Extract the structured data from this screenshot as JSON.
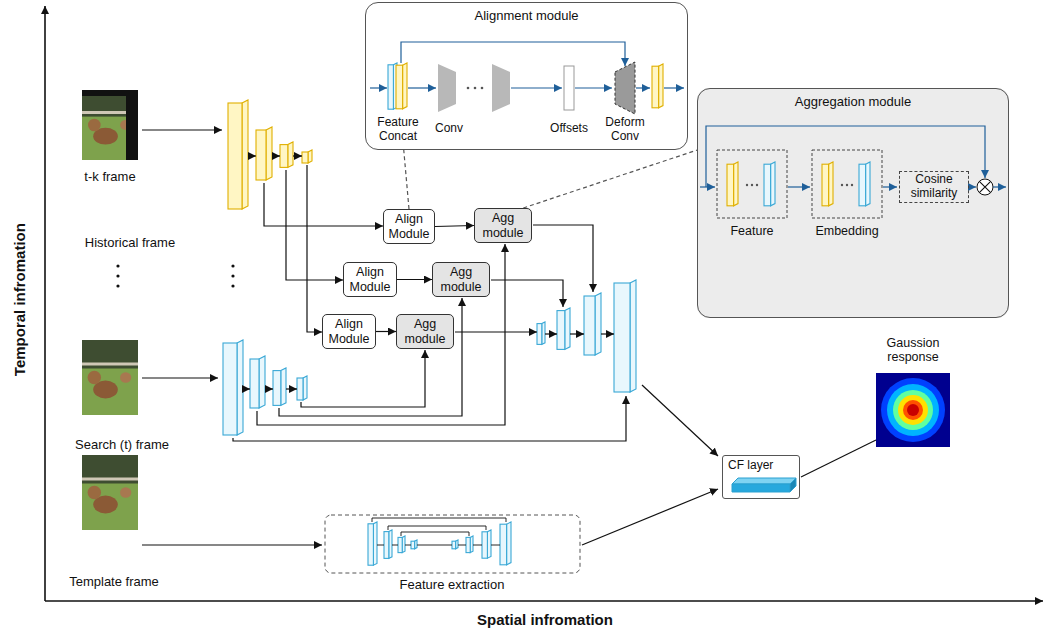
{
  "diagram": {
    "nodes": [
      {
        "text": [
          "Alignment module"
        ]
      },
      {
        "text": [
          "Aggregation module"
        ]
      },
      {
        "text": [
          "Cosine similarity"
        ],
        "in": 1
      },
      {
        "text": [
          "Align Module"
        ]
      },
      {
        "text": [
          "Agg module"
        ]
      },
      {
        "text": [
          "Align Module"
        ]
      },
      {
        "text": [
          "Agg module"
        ]
      },
      {
        "text": [
          "Align Module"
        ]
      },
      {
        "text": [
          "Agg module"
        ]
      },
      {
        "text": [
          "CF layer"
        ]
      }
    ],
    "edges": [
      {
        "from": 3,
        "to": 4,
        "arrow": "to"
      },
      {
        "from": 5,
        "to": 6,
        "arrow": "to"
      },
      {
        "from": 7,
        "to": 8,
        "arrow": "to"
      },
      {
        "from": 3,
        "to": 0,
        "arrow": "none"
      },
      {
        "from": 4,
        "to": 1,
        "arrow": "none"
      }
    ],
    "labels": [
      "Feature Concat",
      "Conv",
      "Offsets",
      "Deform Conv",
      "Feature",
      "Embedding",
      "t-k frame",
      "Historical frame",
      "Search (t) frame",
      "Template frame",
      "Feature extraction",
      "Gaussion response",
      "Temporal infromation",
      "Spatial infromation"
    ]
  }
}
